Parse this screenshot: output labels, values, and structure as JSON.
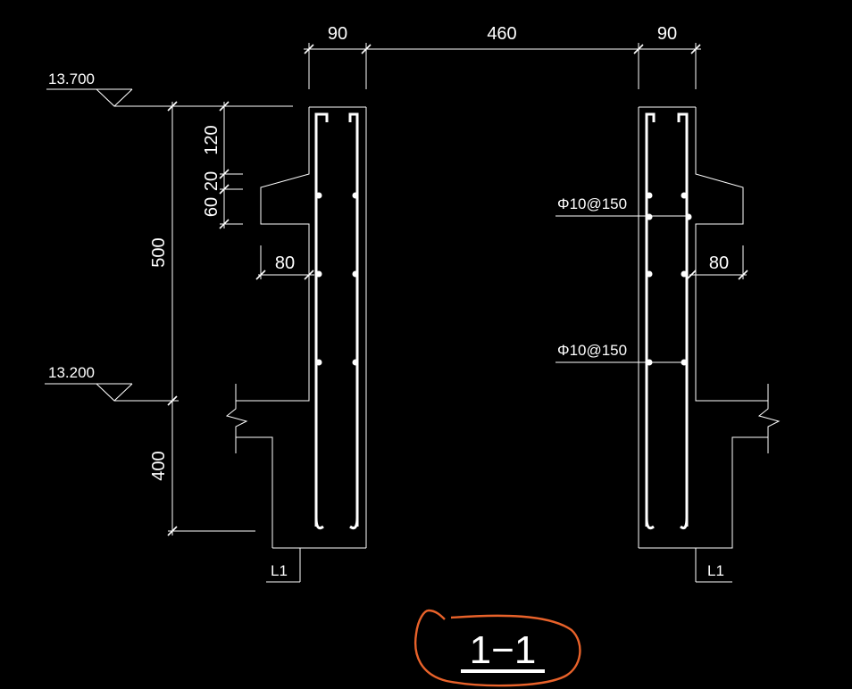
{
  "drawing": {
    "title": "1−1",
    "dims_top": {
      "left": "90",
      "middle": "460",
      "right": "90"
    },
    "dims_left": {
      "d120": "120",
      "d20": "20",
      "d60": "60",
      "d500": "500",
      "d400": "400"
    },
    "dims_corbel": {
      "left": "80",
      "right": "80"
    },
    "levels": {
      "upper": "13.700",
      "lower": "13.200"
    },
    "rebar_labels": {
      "upper": "Φ10@150",
      "lower": "Φ10@150"
    },
    "beam_labels": {
      "left": "L1",
      "right": "L1"
    },
    "highlight_color": "#e8622a"
  }
}
